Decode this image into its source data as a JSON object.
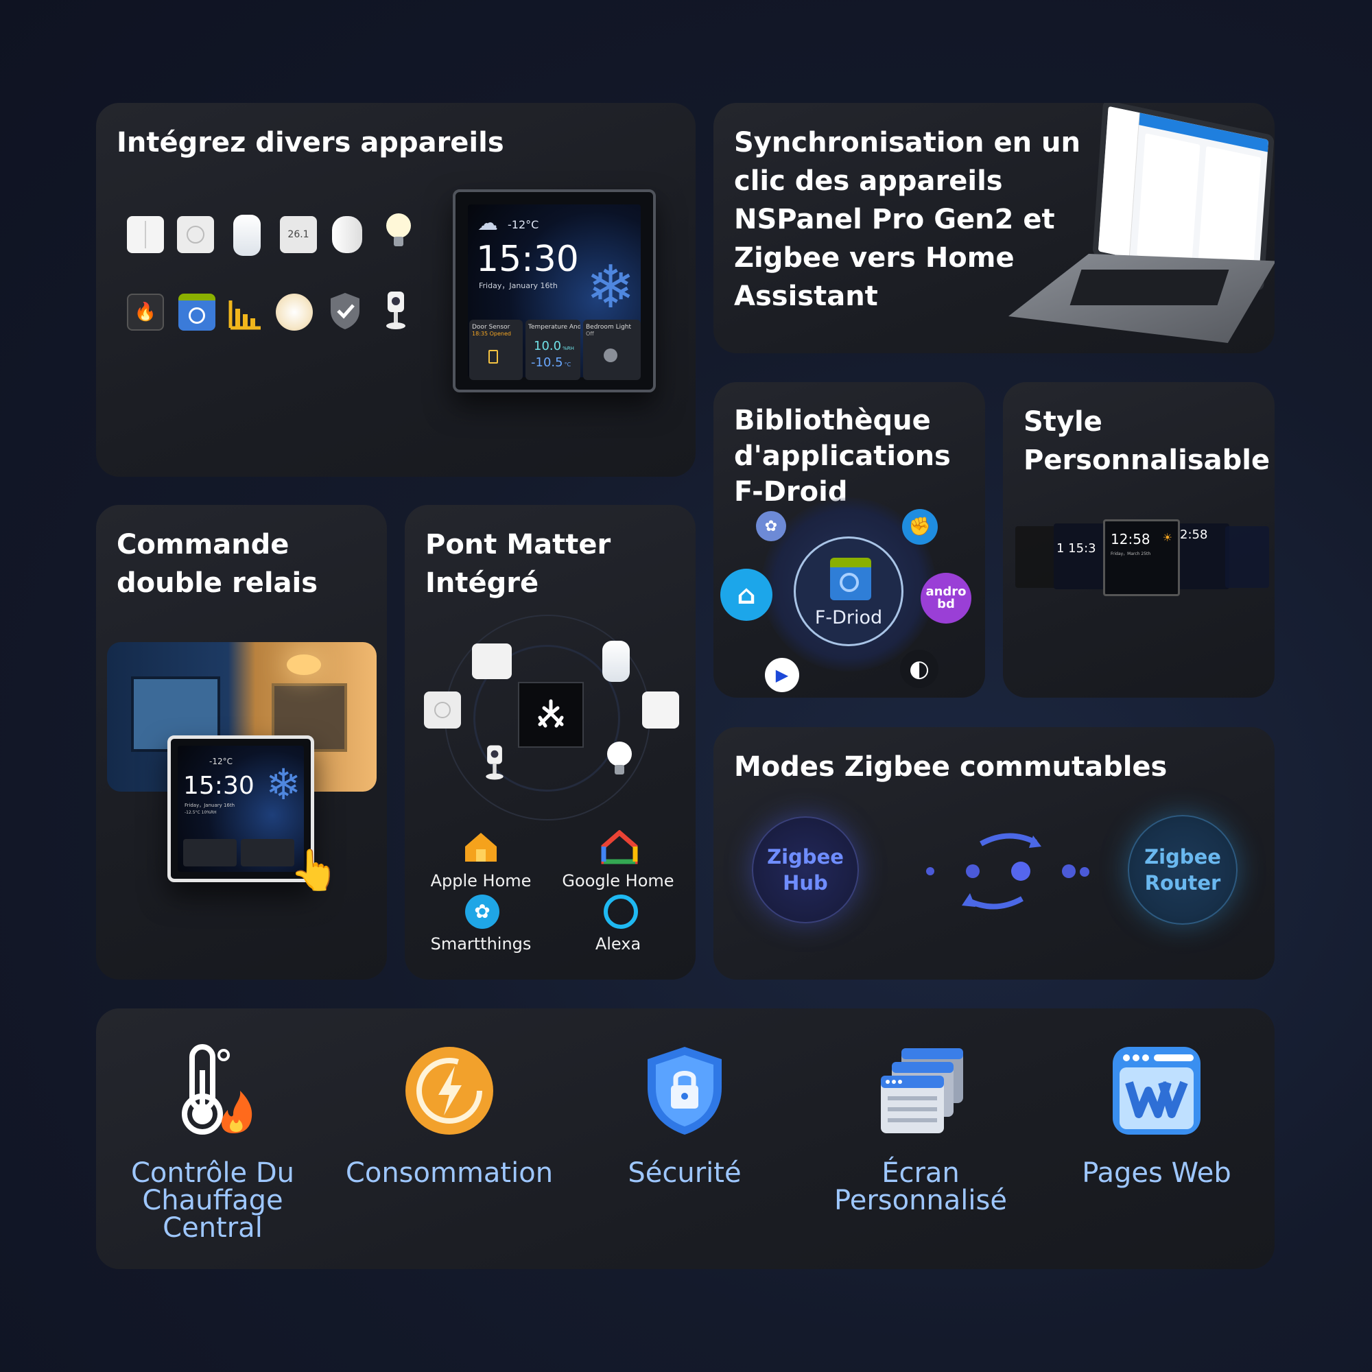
{
  "cards": {
    "integrate": {
      "title": "Intégrez divers appareils"
    },
    "panel_screen": {
      "temperature": "-12°C",
      "time": "15:30",
      "date": "Friday，January 16th",
      "tile1_title": "Door Sensor",
      "tile1_sub": "18:35 Opened",
      "tile2_title": "Temperature And...",
      "tile2_value1": "10.0",
      "tile2_unit1": "%RH",
      "tile2_value2": "-10.5",
      "tile2_unit2": "°C",
      "tile3_title": "Bedroom Light",
      "tile3_sub": "Off"
    },
    "sync": {
      "title": "Synchronisation en un\nclic des appareils\nNSPanel Pro Gen2 et\nZigbee vers Home\nAssistant"
    },
    "fdroid": {
      "title": "Bibliothèque\nd'applications\nF-Droid",
      "center_label": "F-Driod",
      "bubble_label": "andro\nbd"
    },
    "style": {
      "title": "Style\nPersonnalisable",
      "center_time": "12:58",
      "center_date": "Friday，March 25th",
      "left_time": "1 15:3",
      "right_time": "2:58"
    },
    "relay": {
      "title": "Commande\ndouble relais",
      "temperature": "-12°C",
      "time": "15:30",
      "date": "Friday，January 16th",
      "weather_line": "-12.5°C  10%RH"
    },
    "matter": {
      "title": "Pont Matter\nIntégré",
      "platforms": [
        "Apple Home",
        "Google Home",
        "Smartthings",
        "Alexa"
      ]
    },
    "zigbee": {
      "title": "Modes Zigbee commutables",
      "hub_label": "Zigbee\nHub",
      "router_label": "Zigbee\nRouter"
    }
  },
  "features": [
    {
      "label": "Contrôle Du\nChauffage\nCentral",
      "icon": "thermometer-fire-icon"
    },
    {
      "label": "Consommation",
      "icon": "lightning-icon"
    },
    {
      "label": "Sécurité",
      "icon": "shield-lock-icon"
    },
    {
      "label": "Écran\nPersonnalisé",
      "icon": "windows-stack-icon"
    },
    {
      "label": "Pages Web",
      "icon": "web-page-icon"
    }
  ],
  "colors": {
    "card_bg": "#1e2026",
    "page_bg": "#141a2b",
    "feature_text": "#9ec7ff",
    "zigbee_text": "#6f8dff",
    "fdroid_green": "#8ab000"
  }
}
